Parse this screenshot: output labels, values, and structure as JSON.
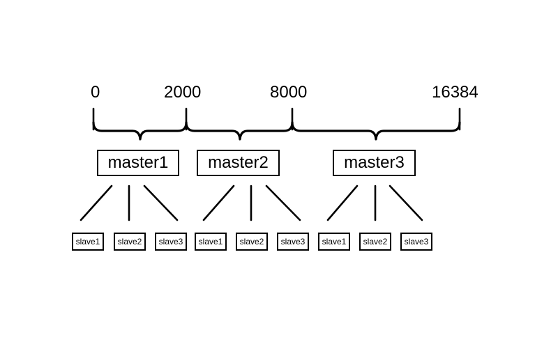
{
  "range_labels": [
    "0",
    "2000",
    "8000",
    "16384"
  ],
  "masters": [
    {
      "label": "master1",
      "slaves": [
        "slave1",
        "slave2",
        "slave3"
      ]
    },
    {
      "label": "master2",
      "slaves": [
        "slave1",
        "slave2",
        "slave3"
      ]
    },
    {
      "label": "master3",
      "slaves": [
        "slave1",
        "slave2",
        "slave3"
      ]
    }
  ]
}
